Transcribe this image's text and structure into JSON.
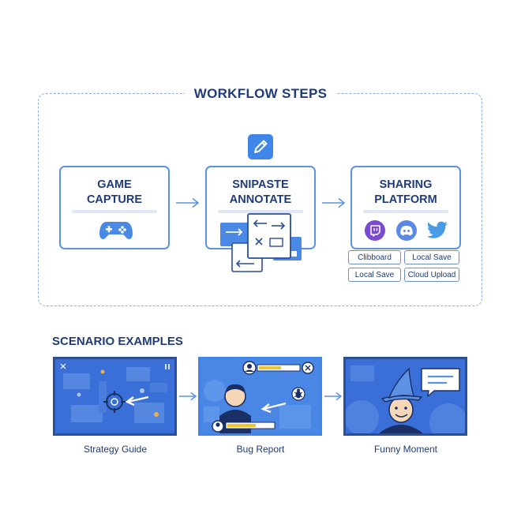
{
  "workflow": {
    "title": "WORKFLOW STEPS",
    "steps": [
      {
        "label": "GAME\nCAPTURE",
        "icon": "gamepad-icon"
      },
      {
        "label": "SNIPASTE\nANNOTATE",
        "icon": "pencil-icon"
      },
      {
        "label": "SHARING\nPLATFORM",
        "icons": [
          "twitch-icon",
          "discord-icon",
          "twitter-icon"
        ]
      }
    ],
    "options": [
      "Clibboard",
      "Local Save",
      "Local Save",
      "Cloud Upload"
    ]
  },
  "scenarios": {
    "title": "SCENARIO EXAMPLES",
    "items": [
      {
        "caption": "Strategy Guide"
      },
      {
        "caption": "Bug Report"
      },
      {
        "caption": "Funny Moment"
      }
    ]
  },
  "colors": {
    "primary": "#1f3c78",
    "accent": "#5b92e3",
    "scene_bg": "#3a6fd8",
    "twitch": "#7b4bcf",
    "discord": "#5b8ae6",
    "twitter": "#4a9be6"
  }
}
